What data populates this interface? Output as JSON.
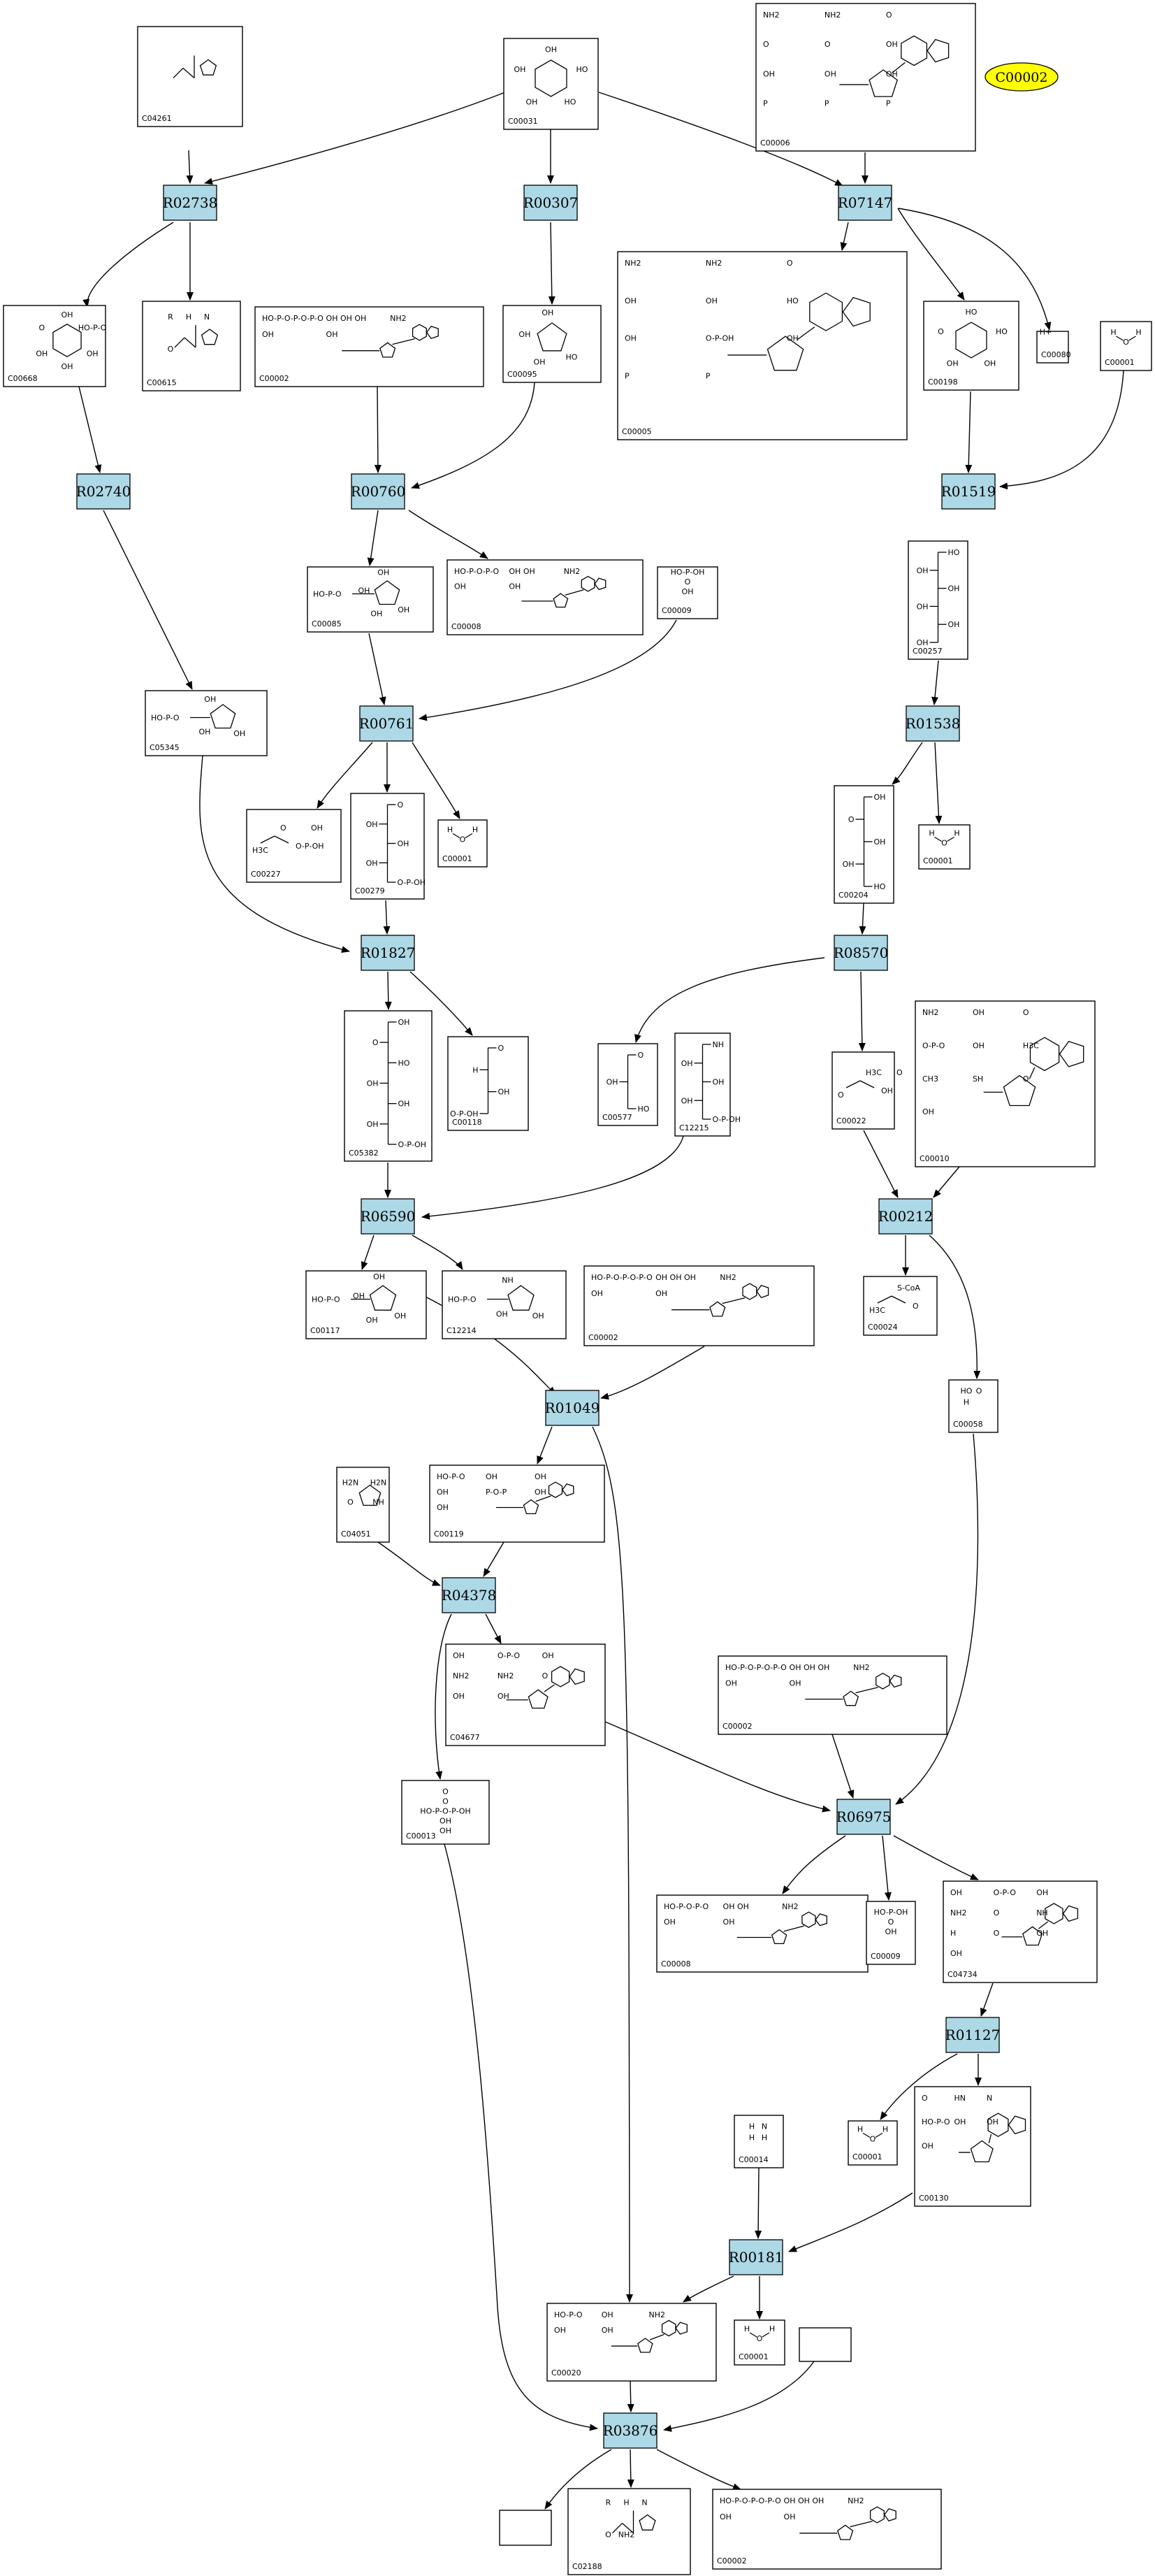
{
  "highlight": {
    "id": "C00002",
    "color": "#ffff00"
  },
  "colors": {
    "reaction_fill": "#add8e6",
    "edge": "#000000",
    "compound_fill": "#ffffff"
  },
  "reactions": [
    {
      "id": "R02738",
      "label": "R02738"
    },
    {
      "id": "R00307",
      "label": "R00307"
    },
    {
      "id": "R07147",
      "label": "R07147"
    },
    {
      "id": "R02740",
      "label": "R02740"
    },
    {
      "id": "R00760",
      "label": "R00760"
    },
    {
      "id": "R01519",
      "label": "R01519"
    },
    {
      "id": "R00761",
      "label": "R00761"
    },
    {
      "id": "R01538",
      "label": "R01538"
    },
    {
      "id": "R01827",
      "label": "R01827"
    },
    {
      "id": "R08570",
      "label": "R08570"
    },
    {
      "id": "R06590",
      "label": "R06590"
    },
    {
      "id": "R00212",
      "label": "R00212"
    },
    {
      "id": "R01049",
      "label": "R01049"
    },
    {
      "id": "R04378",
      "label": "R04378"
    },
    {
      "id": "R06975",
      "label": "R06975"
    },
    {
      "id": "R01127",
      "label": "R01127"
    },
    {
      "id": "R00181",
      "label": "R00181"
    },
    {
      "id": "R03876",
      "label": "R03876"
    }
  ],
  "compounds": [
    {
      "key": "c04261",
      "id": "C04261",
      "kind": "aa",
      "text": []
    },
    {
      "key": "c00031",
      "id": "C00031",
      "kind": "sugar6",
      "text": [
        "OH",
        "HO",
        "HO",
        "OH",
        "OH"
      ]
    },
    {
      "key": "c00006_top",
      "id": "C00006",
      "kind": "nadp",
      "text": [
        "NH2",
        "NH2",
        "O",
        "O",
        "O",
        "OH",
        "OH",
        "OH",
        "OH",
        "P",
        "P",
        "P"
      ]
    },
    {
      "key": "c00668",
      "id": "C00668",
      "kind": "sugar6p",
      "text": [
        "OH",
        "HO-P-O",
        "OH",
        "OH",
        "OH",
        "O"
      ]
    },
    {
      "key": "c00615",
      "id": "C00615",
      "kind": "aa",
      "text": [
        "R",
        "H",
        "N",
        "O"
      ]
    },
    {
      "key": "c00002_a",
      "id": "C00002",
      "kind": "atp",
      "text": [
        "HO-P-O-P-O-P-O",
        "OH OH OH",
        "NH2",
        "OH",
        "OH"
      ]
    },
    {
      "key": "c00095",
      "id": "C00095",
      "kind": "sugar5",
      "text": [
        "HO",
        "OH",
        "OH",
        "OH"
      ]
    },
    {
      "key": "c00005",
      "id": "C00005",
      "kind": "nadph",
      "text": [
        "NH2",
        "NH2",
        "O",
        "OH",
        "OH",
        "HO",
        "OH",
        "O-P-OH",
        "OH",
        "P",
        "P"
      ]
    },
    {
      "key": "c00198",
      "id": "C00198",
      "kind": "sugar6",
      "text": [
        "HO",
        "HO",
        "OH",
        "OH",
        "O"
      ]
    },
    {
      "key": "c00080",
      "id": "C00080",
      "kind": "small",
      "text": [
        "H+"
      ]
    },
    {
      "key": "c00001_a",
      "id": "C00001",
      "kind": "water",
      "text": [
        "H",
        "O",
        "H"
      ]
    },
    {
      "key": "c00085",
      "id": "C00085",
      "kind": "sugar5p",
      "text": [
        "HO-P-O",
        "OH",
        "OH",
        "OH",
        "OH"
      ]
    },
    {
      "key": "c00008_a",
      "id": "C00008",
      "kind": "adp",
      "text": [
        "HO-P-O-P-O",
        "OH OH",
        "NH2",
        "OH",
        "OH"
      ]
    },
    {
      "key": "c00009_a",
      "id": "C00009",
      "kind": "pi",
      "text": [
        "HO-P-OH",
        "O",
        "OH"
      ]
    },
    {
      "key": "c00257",
      "id": "C00257",
      "kind": "chain",
      "text": [
        "HO",
        "OH",
        "OH",
        "OH",
        "OH",
        "OH"
      ]
    },
    {
      "key": "c05345",
      "id": "C05345",
      "kind": "sugar5p",
      "text": [
        "HO-P-O",
        "OH",
        "OH",
        "OH"
      ]
    },
    {
      "key": "c00227",
      "id": "C00227",
      "kind": "acp",
      "text": [
        "H3C",
        "O",
        "O-P-OH",
        "OH"
      ]
    },
    {
      "key": "c00279",
      "id": "C00279",
      "kind": "chain",
      "text": [
        "O",
        "OH",
        "OH",
        "OH",
        "O-P-OH"
      ]
    },
    {
      "key": "c00001_b",
      "id": "C00001",
      "kind": "water",
      "text": [
        "H",
        "O",
        "H"
      ]
    },
    {
      "key": "c00204",
      "id": "C00204",
      "kind": "chain",
      "text": [
        "OH",
        "O",
        "OH",
        "OH",
        "HO"
      ]
    },
    {
      "key": "c00001_c",
      "id": "C00001",
      "kind": "water",
      "text": [
        "H",
        "O",
        "H"
      ]
    },
    {
      "key": "c05382",
      "id": "C05382",
      "kind": "chain",
      "text": [
        "OH",
        "O",
        "HO",
        "OH",
        "OH",
        "OH",
        "O-P-OH"
      ]
    },
    {
      "key": "c00118",
      "id": "C00118",
      "kind": "chain",
      "text": [
        "O",
        "H",
        "OH",
        "O-P-OH"
      ]
    },
    {
      "key": "c00577",
      "id": "C00577",
      "kind": "chain",
      "text": [
        "O",
        "OH",
        "HO"
      ]
    },
    {
      "key": "c12215",
      "id": "C12215",
      "kind": "chain",
      "text": [
        "NH",
        "OH",
        "OH",
        "OH",
        "O-P-OH"
      ]
    },
    {
      "key": "c00022",
      "id": "C00022",
      "kind": "acp",
      "text": [
        "O",
        "H3C",
        "OH",
        "O"
      ]
    },
    {
      "key": "c00010",
      "id": "C00010",
      "kind": "coa",
      "text": [
        "NH2",
        "OH",
        "O",
        "O-P-O",
        "OH",
        "H3C",
        "CH3",
        "SH",
        "O",
        "OH"
      ]
    },
    {
      "key": "c00117",
      "id": "C00117",
      "kind": "sugar5p",
      "text": [
        "HO-P-O",
        "OH",
        "OH",
        "OH",
        "OH"
      ]
    },
    {
      "key": "c12214",
      "id": "C12214",
      "kind": "sugar5p",
      "text": [
        "HO-P-O",
        "OH",
        "OH",
        "NH"
      ]
    },
    {
      "key": "c00002_b",
      "id": "C00002",
      "kind": "atp",
      "text": [
        "HO-P-O-P-O-P-O",
        "OH OH OH",
        "NH2",
        "OH",
        "OH"
      ]
    },
    {
      "key": "c00024",
      "id": "C00024",
      "kind": "acp",
      "text": [
        "H3C",
        "S-CoA",
        "O"
      ]
    },
    {
      "key": "c00058",
      "id": "C00058",
      "kind": "small",
      "text": [
        "HO",
        "O",
        "H"
      ]
    },
    {
      "key": "c04051",
      "id": "C04051",
      "kind": "ring",
      "text": [
        "H2N",
        "H2N",
        "O",
        "NH"
      ]
    },
    {
      "key": "c00119",
      "id": "C00119",
      "kind": "prpp",
      "text": [
        "HO-P-O",
        "OH",
        "OH",
        "OH",
        "P-O-P",
        "OH",
        "OH"
      ]
    },
    {
      "key": "c04677",
      "id": "C04677",
      "kind": "nuc",
      "text": [
        "OH",
        "O-P-O",
        "OH",
        "NH2",
        "NH2",
        "O",
        "OH",
        "OH"
      ]
    },
    {
      "key": "c00002_c",
      "id": "C00002",
      "kind": "atp",
      "text": [
        "HO-P-O-P-O-P-O",
        "OH OH OH",
        "NH2",
        "OH",
        "OH"
      ]
    },
    {
      "key": "c00013",
      "id": "C00013",
      "kind": "ppi",
      "text": [
        "O",
        "O",
        "HO-P-O-P-OH",
        "OH",
        "OH"
      ]
    },
    {
      "key": "c00008_b",
      "id": "C00008",
      "kind": "adp",
      "text": [
        "HO-P-O-P-O",
        "OH OH",
        "NH2",
        "OH",
        "OH"
      ]
    },
    {
      "key": "c00009_b",
      "id": "C00009",
      "kind": "pi",
      "text": [
        "HO-P-OH",
        "O",
        "OH"
      ]
    },
    {
      "key": "c04734",
      "id": "C04734",
      "kind": "nuc",
      "text": [
        "OH",
        "O-P-O",
        "OH",
        "NH2",
        "O",
        "NH",
        "H",
        "O",
        "OH",
        "OH"
      ]
    },
    {
      "key": "c00001_d",
      "id": "C00001",
      "kind": "water",
      "text": [
        "H",
        "O",
        "H"
      ]
    },
    {
      "key": "c00130",
      "id": "C00130",
      "kind": "nuc",
      "text": [
        "O",
        "HN",
        "N",
        "HO-P-O",
        "OH",
        "OH",
        "OH"
      ]
    },
    {
      "key": "c00014",
      "id": "C00014",
      "kind": "small",
      "text": [
        "H",
        "N",
        "H",
        "H"
      ]
    },
    {
      "key": "c00020",
      "id": "C00020",
      "kind": "amp",
      "text": [
        "HO-P-O",
        "OH",
        "NH2",
        "OH",
        "OH"
      ]
    },
    {
      "key": "c00001_e",
      "id": "C00001",
      "kind": "water",
      "text": [
        "H",
        "O",
        "H"
      ]
    },
    {
      "key": "blank1",
      "id": "",
      "kind": "blank",
      "text": []
    },
    {
      "key": "blank2",
      "id": "",
      "kind": "blank",
      "text": []
    },
    {
      "key": "c02188",
      "id": "C02188",
      "kind": "aa",
      "text": [
        "R",
        "H",
        "N",
        "O",
        "NH2"
      ]
    },
    {
      "key": "c00002_d",
      "id": "C00002",
      "kind": "atp",
      "text": [
        "HO-P-O-P-O-P-O",
        "OH OH OH",
        "NH2",
        "OH",
        "OH"
      ]
    }
  ]
}
